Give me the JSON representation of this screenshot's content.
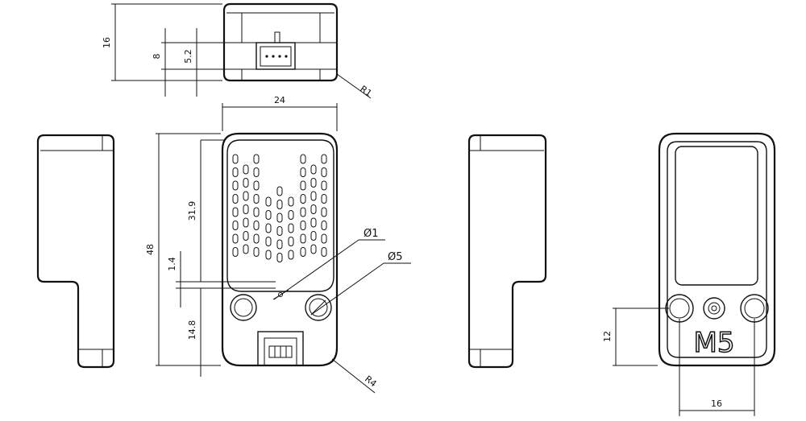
{
  "colors": {
    "line": "#111111",
    "background": "#ffffff"
  },
  "dimensions": {
    "top_height": "16",
    "top_mid": "8",
    "top_connector": "5.2",
    "top_radius": "R1",
    "width": "24",
    "height": "48",
    "grille_height": "31.9",
    "gap": "1.4",
    "lower_height": "14.8",
    "hole_small": "Ø1",
    "hole_large": "Ø5",
    "bottom_radius": "R4",
    "back_hole_height": "12",
    "back_hole_spacing": "16"
  },
  "logo": {
    "text": "M5"
  }
}
